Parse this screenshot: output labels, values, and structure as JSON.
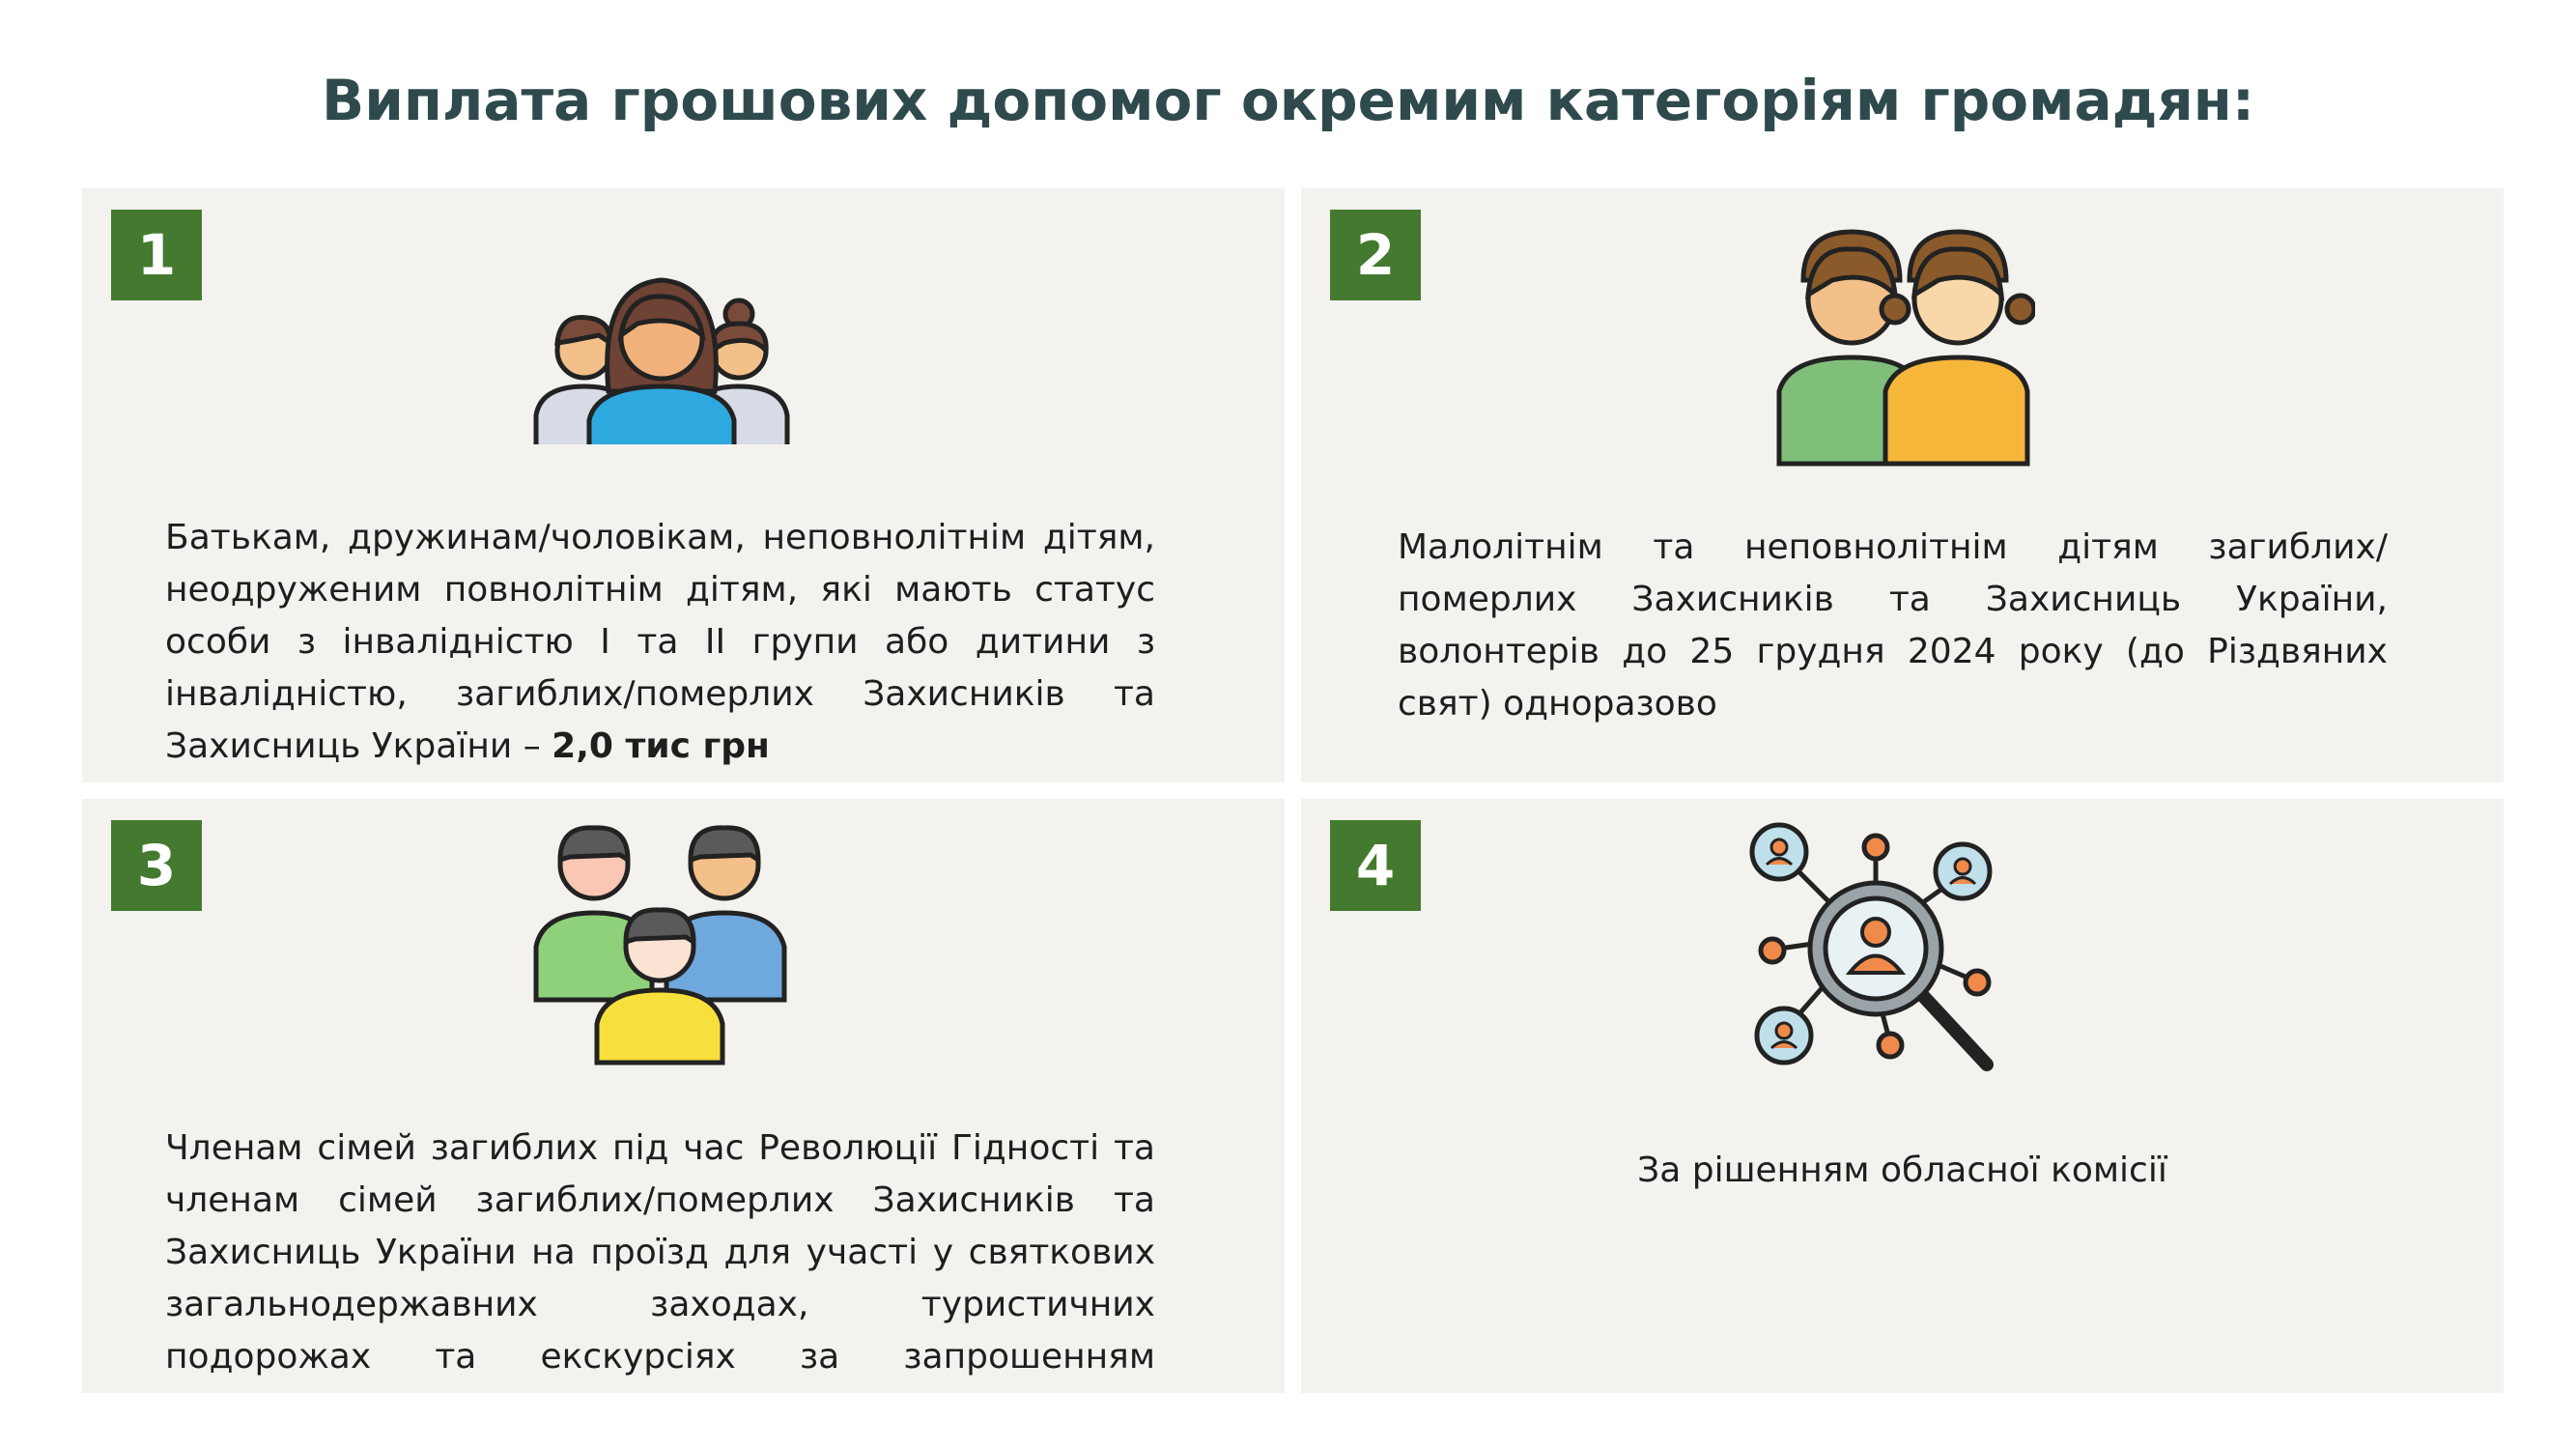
{
  "title": "Виплата грошових допомог окремим категоріям громадян:",
  "colors": {
    "badge": "#447a2f",
    "card_background": "#f3f2ef",
    "title": "#2f4a4d"
  },
  "cards": [
    {
      "number": "1",
      "icon": "family-icon",
      "text": "Батькам, дружинам/чоловікам, неповнолітнім дітям, неодруженим повнолітнім дітям, які мають статус особи з інвалідністю І та ІІ групи або дитини з інвалідністю, загиблих/померлих Захисників та Захисниць України –",
      "amount": "2,0 тис грн"
    },
    {
      "number": "2",
      "icon": "children-icon",
      "text": "Малолітнім та неповнолітнім дітям загиблих/померлих Захисників та Захисниць України, волонтерів до 25 грудня 2024 року (до Різдвяних свят) одноразово"
    },
    {
      "number": "3",
      "icon": "family-members-icon",
      "text": "Членам сімей загиблих під час Революції Гідності та членам сімей загиблих/померлих Захисників та Захисниць України на проїзд для участі у святкових загальнодержавних заходах, туристичних подорожах та екскурсіях за запрошенням приймаючої сторони"
    },
    {
      "number": "4",
      "icon": "people-search-icon",
      "text": "За рішенням обласної комісії"
    }
  ]
}
